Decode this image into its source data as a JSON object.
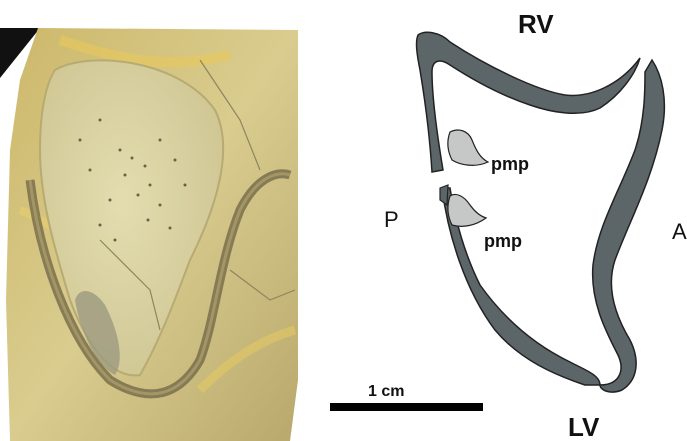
{
  "labels": {
    "rv": "RV",
    "lv": "LV",
    "p": "P",
    "a": "A",
    "pmp_upper": "pmp",
    "pmp_lower": "pmp",
    "scale": "1 cm"
  },
  "colors": {
    "shell": "#5c6669",
    "muscle_scar": "#c6c8c8",
    "outline": "#222222",
    "matrix": "#d8c88a",
    "fossil_surface": "#d9d2a4"
  }
}
